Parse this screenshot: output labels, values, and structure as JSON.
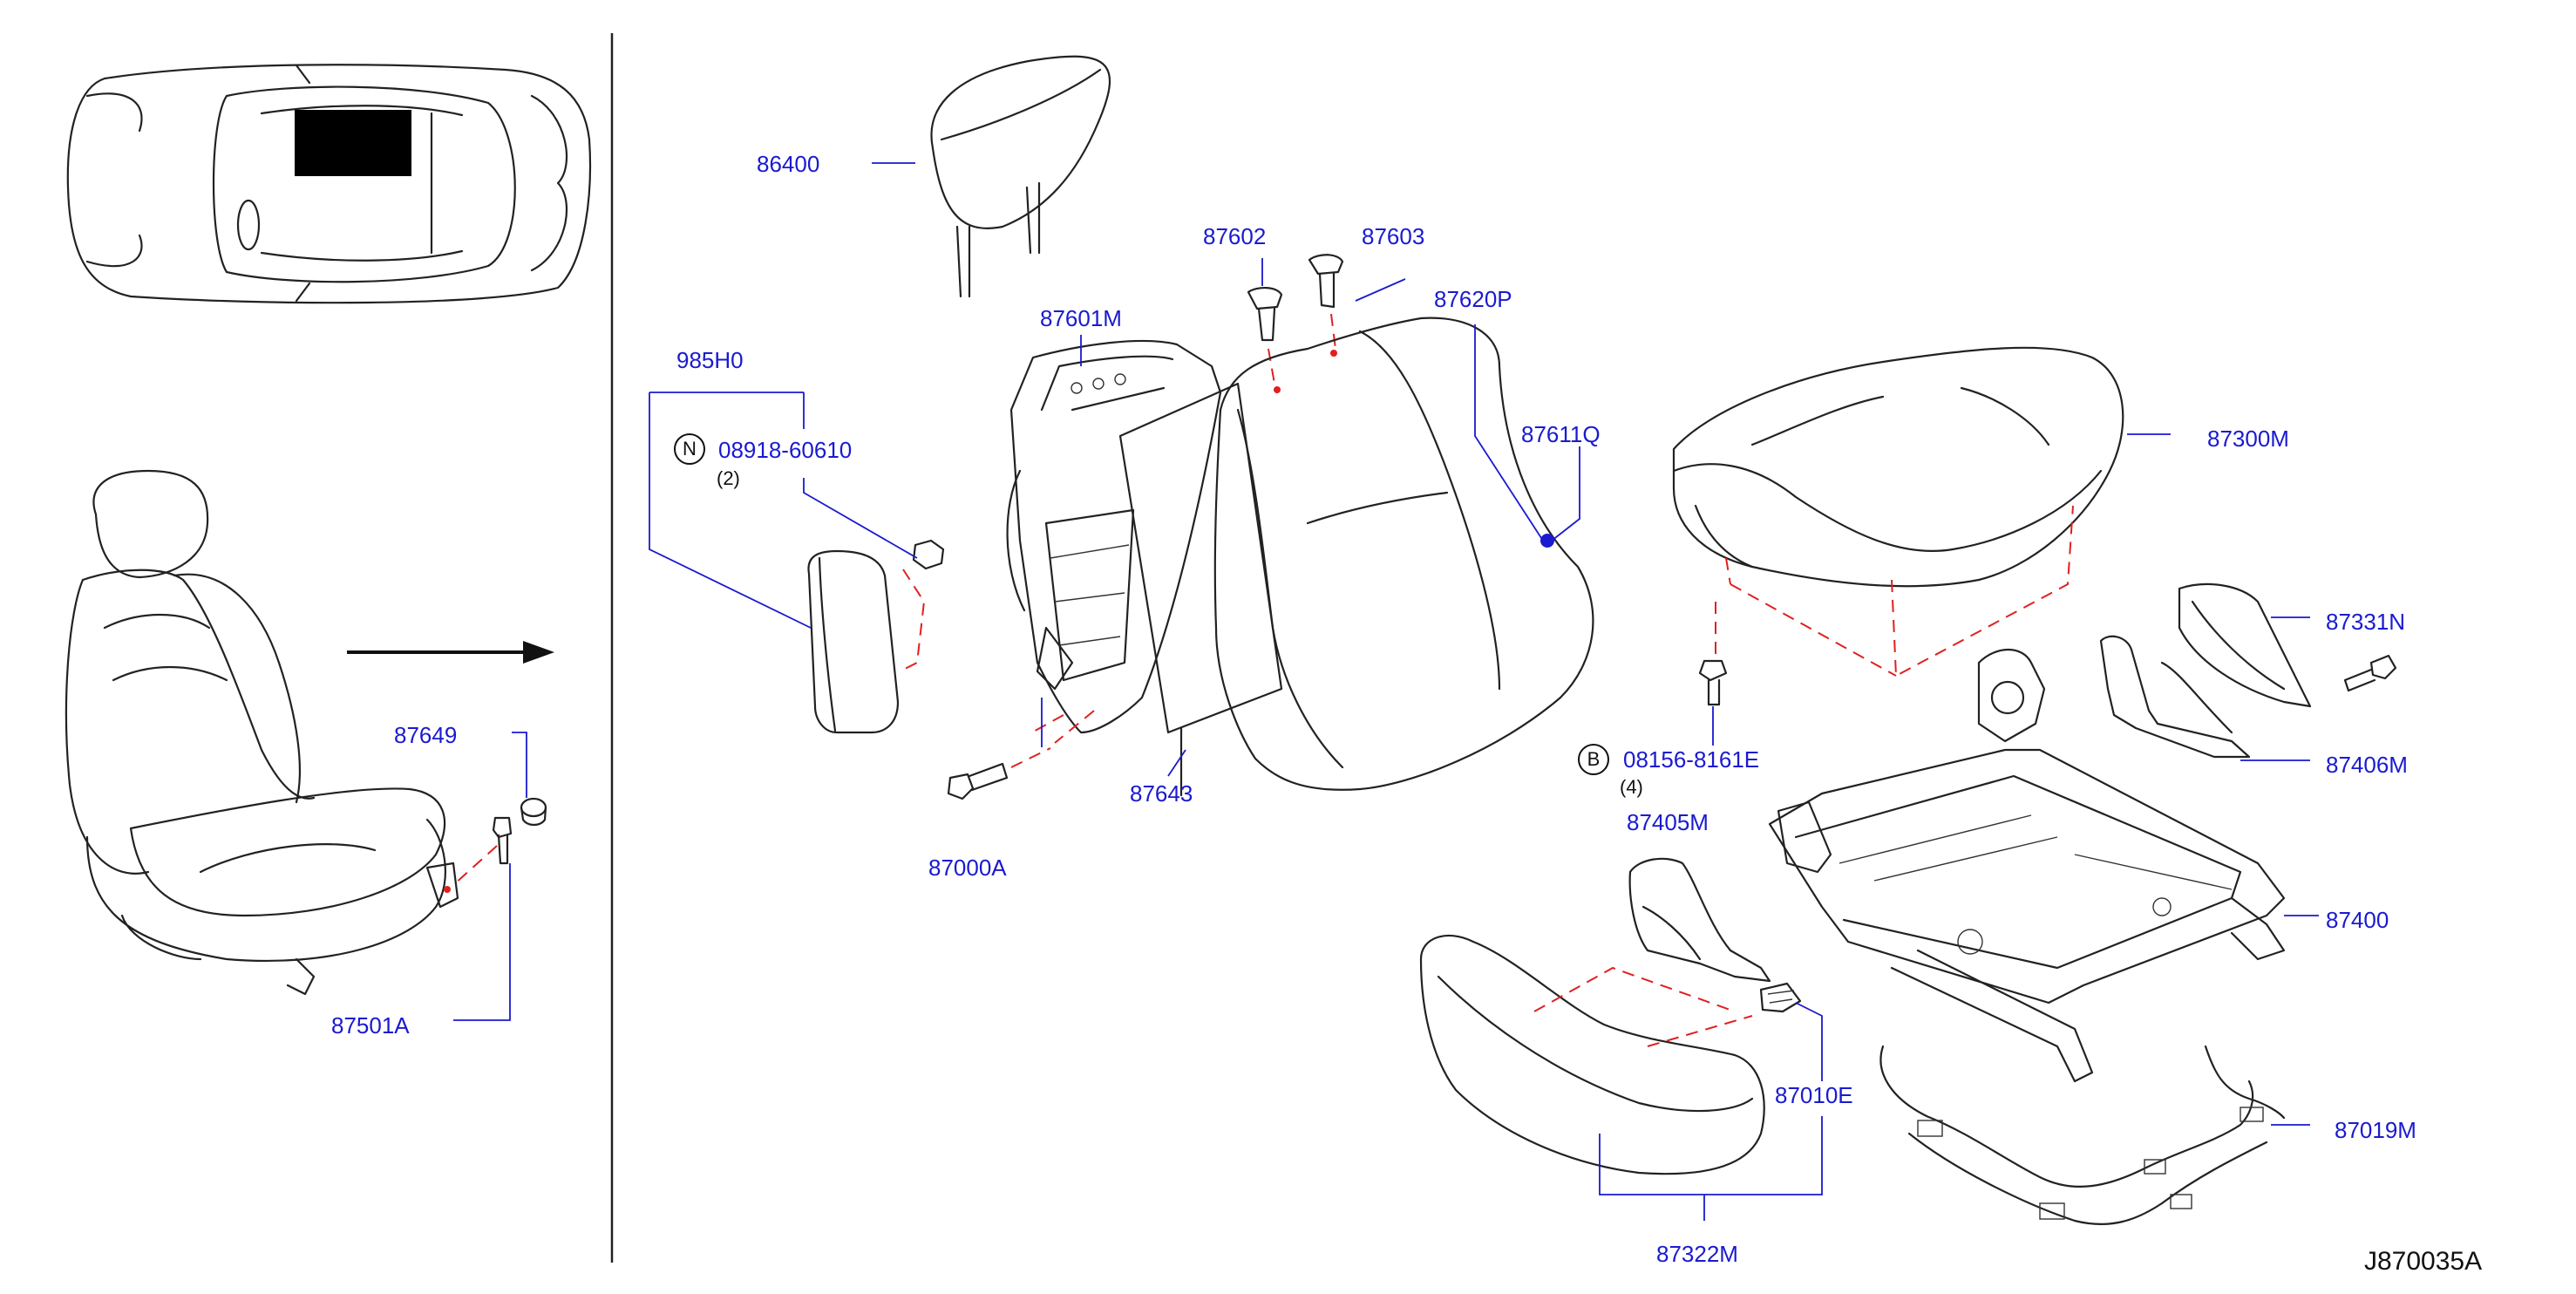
{
  "diagram_id": "J870035A",
  "parts": {
    "p86400": "86400",
    "p87601M": "87601M",
    "p87602": "87602",
    "p87603": "87603",
    "p87620P": "87620P",
    "p87611Q": "87611Q",
    "p985H0": "985H0",
    "p08918": "08918-60610",
    "p87300M": "87300M",
    "p87331N": "87331N",
    "p87406M": "87406M",
    "p87649": "87649",
    "p87643": "87643",
    "p87000A": "87000A",
    "p08156": "08156-8161E",
    "p87405M": "87405M",
    "p87400": "87400",
    "p87501A": "87501A",
    "p87010E": "87010E",
    "p87019M": "87019M",
    "p87322M": "87322M"
  },
  "qty": {
    "q08918": "(2)",
    "q08156": "(4)"
  },
  "markers": {
    "n": "N",
    "b": "B"
  },
  "colors": {
    "label": "#1a1ad0",
    "linework": "#222222",
    "dashed_guide": "#e02020"
  }
}
